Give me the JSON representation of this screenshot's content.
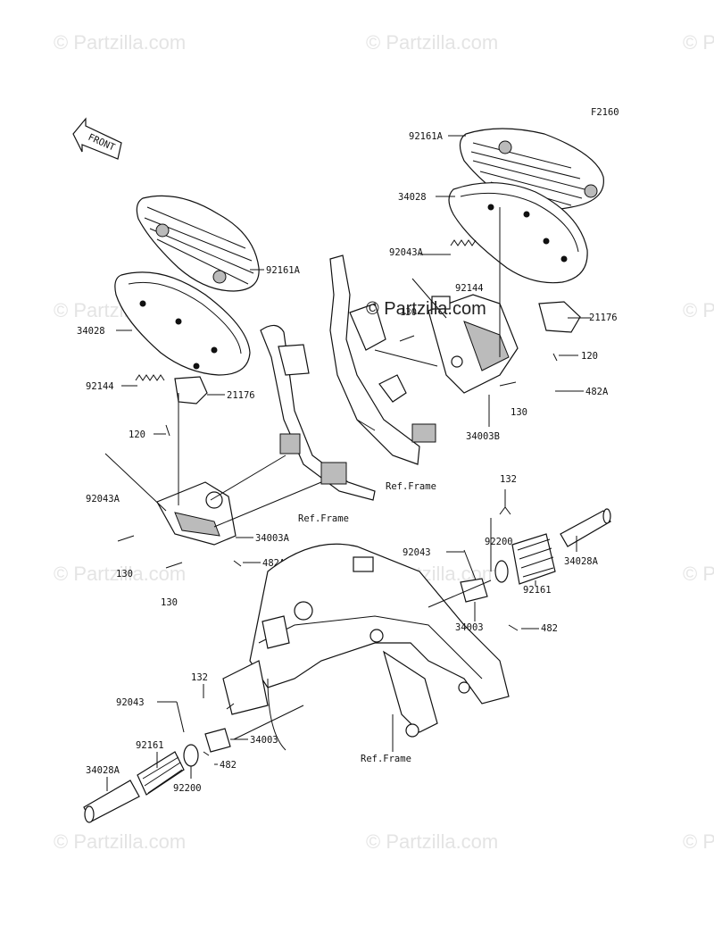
{
  "figure_code": "F2160",
  "front_label": "FRONT",
  "watermark": "© Partzilla.com",
  "labels": [
    {
      "id": "92161A_right",
      "text": "92161A"
    },
    {
      "id": "34028_right",
      "text": "34028"
    },
    {
      "id": "92043A_right",
      "text": "92043A"
    },
    {
      "id": "92144_right",
      "text": "92144"
    },
    {
      "id": "130_right_top",
      "text": "130"
    },
    {
      "id": "21176_right",
      "text": "21176"
    },
    {
      "id": "120_right",
      "text": "120"
    },
    {
      "id": "482A_right",
      "text": "482A"
    },
    {
      "id": "130_right_bottom",
      "text": "130"
    },
    {
      "id": "34003B",
      "text": "34003B"
    },
    {
      "id": "ref_frame_top",
      "text": "Ref.Frame"
    },
    {
      "id": "92161A_left",
      "text": "92161A"
    },
    {
      "id": "34028_left",
      "text": "34028"
    },
    {
      "id": "92144_left",
      "text": "92144"
    },
    {
      "id": "21176_left",
      "text": "21176"
    },
    {
      "id": "120_left",
      "text": "120"
    },
    {
      "id": "92043A_left",
      "text": "92043A"
    },
    {
      "id": "ref_frame_mid",
      "text": "Ref.Frame"
    },
    {
      "id": "34003A",
      "text": "34003A"
    },
    {
      "id": "130_left_top",
      "text": "130"
    },
    {
      "id": "482A_left",
      "text": "482A"
    },
    {
      "id": "130_left_bottom",
      "text": "130"
    },
    {
      "id": "132_right",
      "text": "132"
    },
    {
      "id": "92200_right",
      "text": "92200"
    },
    {
      "id": "92043_right",
      "text": "92043"
    },
    {
      "id": "34028A_right",
      "text": "34028A"
    },
    {
      "id": "92161_right",
      "text": "92161"
    },
    {
      "id": "34003_right",
      "text": "34003"
    },
    {
      "id": "482_right",
      "text": "482"
    },
    {
      "id": "132_left",
      "text": "132"
    },
    {
      "id": "92043_left",
      "text": "92043"
    },
    {
      "id": "34003_left",
      "text": "34003"
    },
    {
      "id": "92161_left",
      "text": "92161"
    },
    {
      "id": "482_left",
      "text": "482"
    },
    {
      "id": "34028A_left",
      "text": "34028A"
    },
    {
      "id": "92200_left",
      "text": "92200"
    },
    {
      "id": "ref_frame_bottom",
      "text": "Ref.Frame"
    }
  ]
}
